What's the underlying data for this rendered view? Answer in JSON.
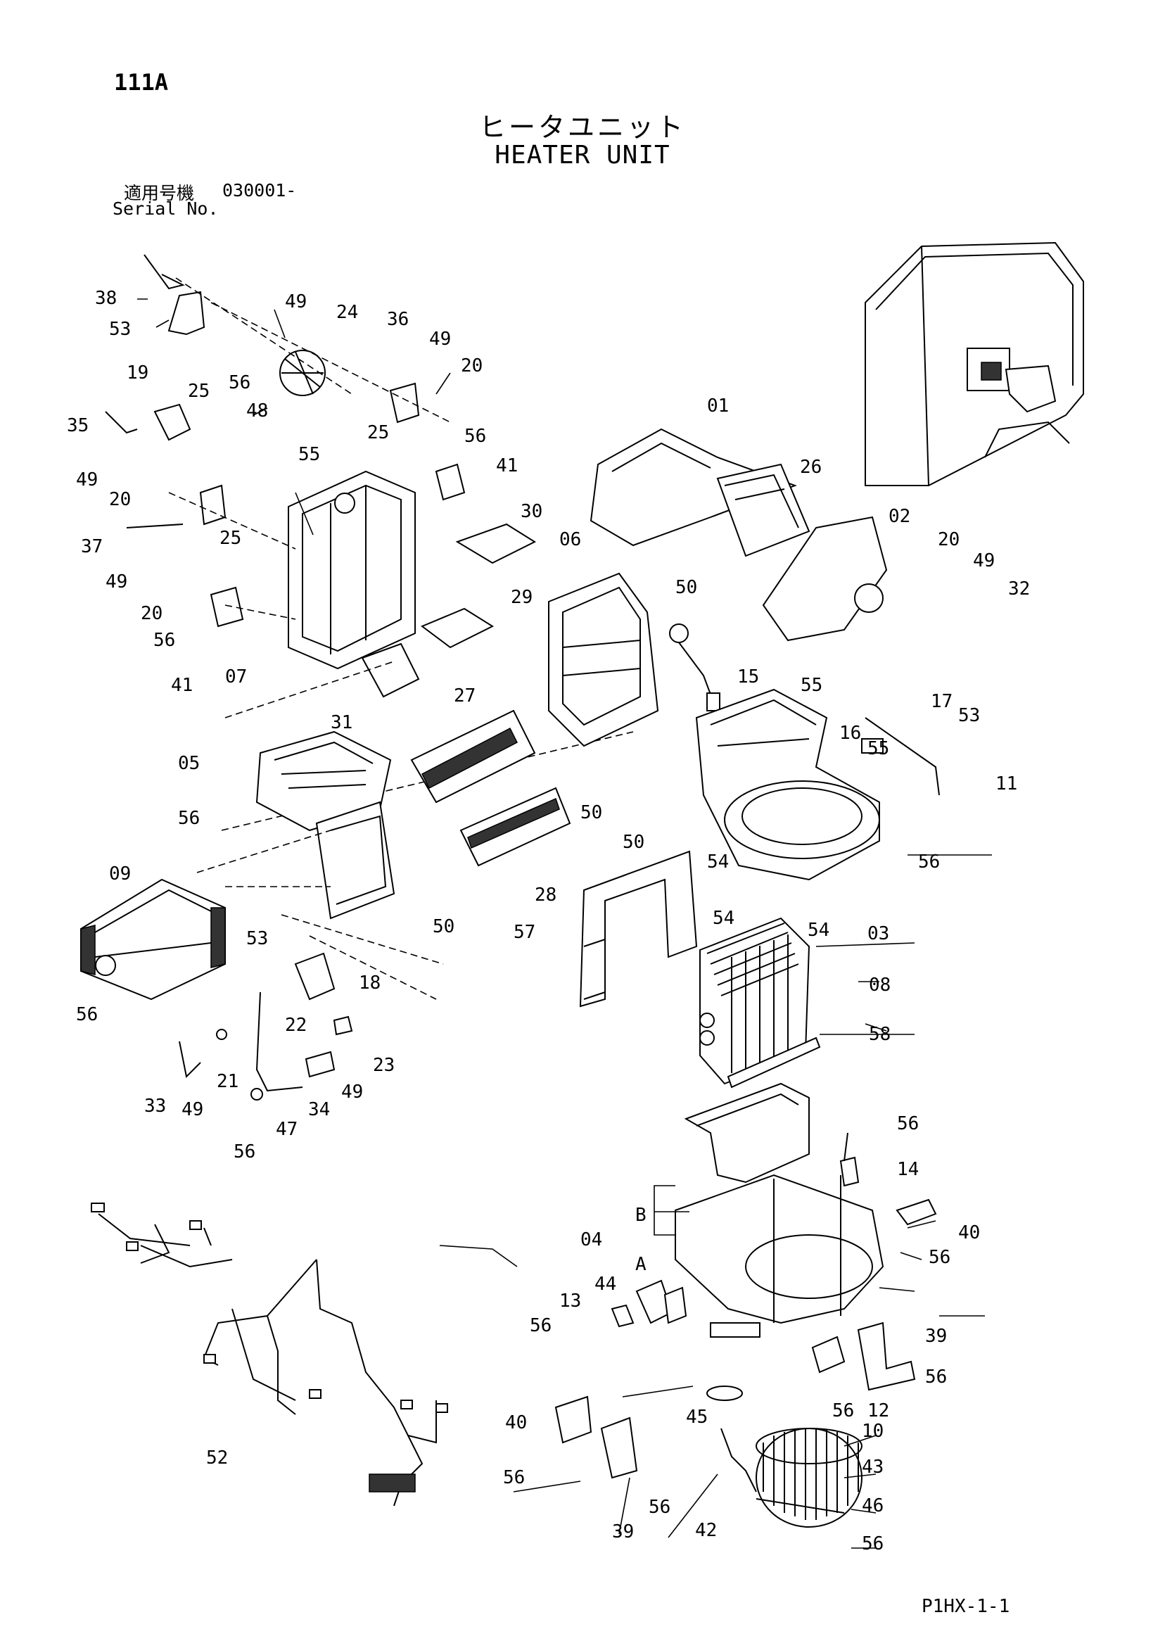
{
  "header": {
    "page_no": "111A",
    "title_jp": "ヒータユニット",
    "title_en": "HEATER UNIT",
    "serial_label_jp": "適用号機",
    "serial_value": "030001-",
    "serial_label_en": "Serial No."
  },
  "footer": {
    "code": "P1HX-1-1"
  },
  "callouts": [
    "38",
    "53",
    "19",
    "49",
    "24",
    "36",
    "49",
    "20",
    "56",
    "48",
    "25",
    "35",
    "25",
    "49",
    "20",
    "55",
    "56",
    "41",
    "37",
    "25",
    "30",
    "49",
    "20",
    "56",
    "41",
    "07",
    "31",
    "05",
    "56",
    "09",
    "53",
    "56",
    "18",
    "22",
    "33",
    "21",
    "49",
    "23",
    "34",
    "49",
    "47",
    "56",
    "01",
    "26",
    "02",
    "20",
    "49",
    "32",
    "06",
    "50",
    "15",
    "29",
    "27",
    "55",
    "53",
    "16",
    "17",
    "55",
    "11",
    "50",
    "50",
    "28",
    "54",
    "54",
    "56",
    "03",
    "54",
    "57",
    "50",
    "08",
    "58",
    "56",
    "14",
    "40",
    "04",
    "B",
    "A",
    "56",
    "13",
    "44",
    "56",
    "39",
    "56",
    "12",
    "40",
    "45",
    "56",
    "10",
    "43",
    "46",
    "56",
    "39",
    "56",
    "42",
    "52"
  ],
  "subassembly": {
    "label": "04",
    "branch_b": "B",
    "branch_a": "A"
  },
  "icons": [
    "cab-locator-icon",
    "harness-icon",
    "blower-fan-icon",
    "evaporator-icon",
    "heater-core-icon"
  ]
}
